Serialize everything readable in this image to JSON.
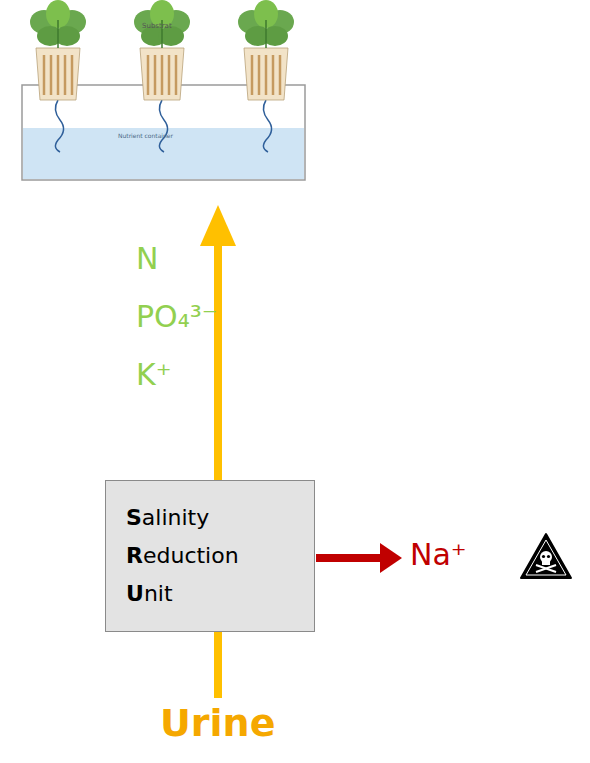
{
  "diagram": {
    "nodes": [
      {
        "text": [
          "Salinity Reduction Unit"
        ]
      }
    ],
    "labels": [
      "Substrat",
      "Nutrient container",
      "N",
      "PO₄³⁻",
      "K⁺",
      "Na⁺",
      "Urine"
    ]
  }
}
